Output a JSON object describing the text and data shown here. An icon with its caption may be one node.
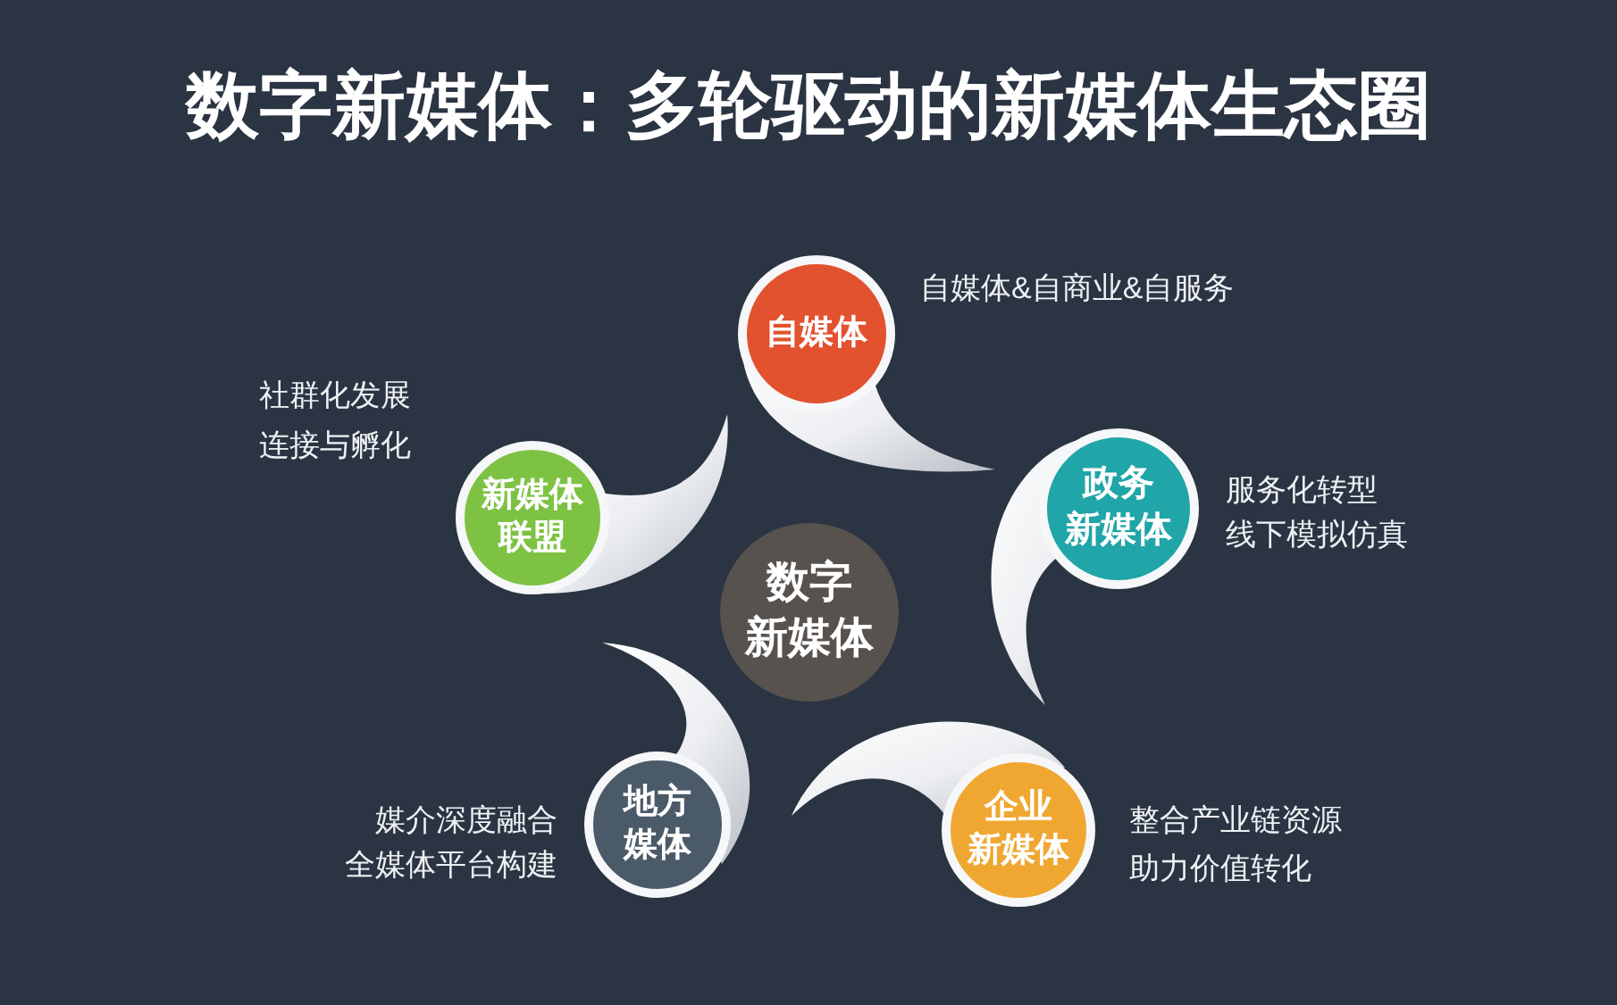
{
  "diagram": {
    "title": "数字新媒体：多轮驱动的新媒体生态圈",
    "nodes": [
      {
        "text": [
          "自媒体"
        ],
        "beside": [
          "自媒体&自商业&自服务"
        ]
      },
      {
        "text": [
          "新媒体联盟"
        ],
        "beside": [
          "社群化发展",
          "连接与孵化"
        ]
      },
      {
        "text": [
          "政务新媒体"
        ],
        "beside": [
          "服务化转型",
          "线下模拟仿真"
        ]
      },
      {
        "text": [
          "数字新媒体"
        ]
      },
      {
        "text": [
          "地方媒体"
        ],
        "beside": [
          "媒介深度融合",
          "全媒体平台构建"
        ]
      },
      {
        "text": [
          "企业新媒体"
        ],
        "beside": [
          "整合产业链资源",
          "助力价值转化"
        ]
      }
    ]
  }
}
